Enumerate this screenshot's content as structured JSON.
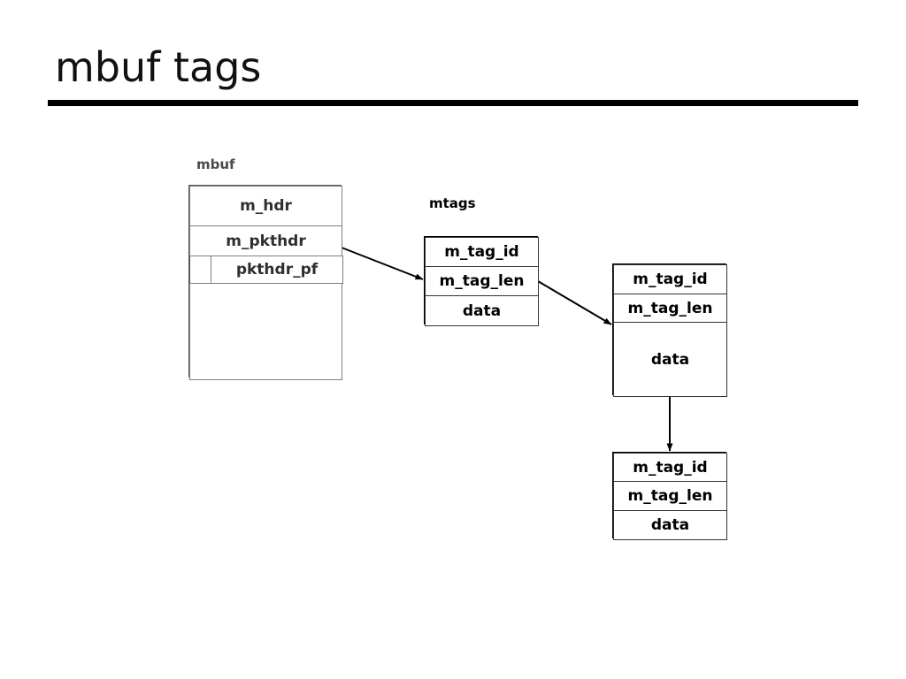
{
  "slide": {
    "title": "mbuf tags"
  },
  "diagram": {
    "type": "struct-linked-list",
    "captions": {
      "mbuf": "mbuf",
      "mtags": "mtags"
    },
    "mbuf_struct": {
      "name": "mbuf",
      "rows": [
        {
          "label": "m_hdr"
        },
        {
          "label": "m_pkthdr"
        },
        {
          "label": "pkthdr_pf"
        },
        {
          "label": ""
        }
      ]
    },
    "mtag_structs": [
      {
        "name": "mtag-1",
        "rows": [
          {
            "label": "m_tag_id"
          },
          {
            "label": "m_tag_len"
          },
          {
            "label": "data"
          }
        ]
      },
      {
        "name": "mtag-2",
        "rows": [
          {
            "label": "m_tag_id"
          },
          {
            "label": "m_tag_len"
          },
          {
            "label": "data"
          }
        ]
      },
      {
        "name": "mtag-3",
        "rows": [
          {
            "label": "m_tag_id"
          },
          {
            "label": "m_tag_len"
          },
          {
            "label": "data"
          }
        ]
      }
    ],
    "arrows": [
      {
        "name": "mbuf-to-mtag1",
        "from": "m_pkthdr",
        "to": "mtag-1"
      },
      {
        "name": "mtag1-to-mtag2",
        "from": "mtag-1",
        "to": "mtag-2"
      },
      {
        "name": "mtag2-to-mtag3",
        "from": "mtag-2",
        "to": "mtag-3"
      }
    ]
  },
  "colors": {
    "title_text": "#111111",
    "title_rule": "#000000",
    "mbuf_border": "#595959",
    "mtag_border": "#000000",
    "arrow": "#000000",
    "background": "#ffffff"
  }
}
